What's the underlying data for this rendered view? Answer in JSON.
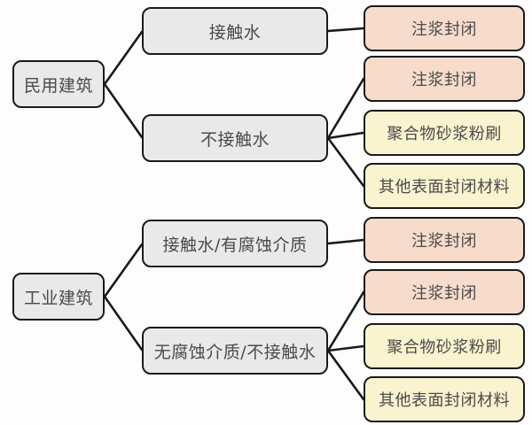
{
  "diagram": {
    "type": "tree-flowchart",
    "orientation": "left-to-right",
    "colors": {
      "background": "#fdfdfd",
      "category_fill": "#e9e9e9",
      "grout_fill": "#f8dccb",
      "surface_fill": "#faf3d0",
      "border": "#1a1a1a",
      "text": "#4a4a4a",
      "connector": "#1a1a1a"
    },
    "nodes": {
      "civil": {
        "label": "民用建筑",
        "level": 1,
        "fill": "#e9e9e9"
      },
      "industrial": {
        "label": "工业建筑",
        "level": 1,
        "fill": "#e9e9e9"
      },
      "water": {
        "label": "接触水",
        "level": 2,
        "fill": "#e9e9e9"
      },
      "no_water": {
        "label": "不接触水",
        "level": 2,
        "fill": "#e9e9e9"
      },
      "water_corrosive": {
        "label": "接触水/有腐蚀介质",
        "level": 2,
        "fill": "#e9e9e9"
      },
      "no_corrosive_no_water": {
        "label": "无腐蚀介质/不接触水",
        "level": 2,
        "fill": "#e9e9e9"
      },
      "leaf1": {
        "label": "注浆封闭",
        "level": 3,
        "fill": "#f8dccb"
      },
      "leaf2": {
        "label": "注浆封闭",
        "level": 3,
        "fill": "#f8dccb"
      },
      "leaf3": {
        "label": "聚合物砂浆粉刷",
        "level": 3,
        "fill": "#faf3d0"
      },
      "leaf4": {
        "label": "其他表面封闭材料",
        "level": 3,
        "fill": "#faf3d0"
      },
      "leaf5": {
        "label": "注浆封闭",
        "level": 3,
        "fill": "#f8dccb"
      },
      "leaf6": {
        "label": "注浆封闭",
        "level": 3,
        "fill": "#f8dccb"
      },
      "leaf7": {
        "label": "聚合物砂浆粉刷",
        "level": 3,
        "fill": "#faf3d0"
      },
      "leaf8": {
        "label": "其他表面封闭材料",
        "level": 3,
        "fill": "#faf3d0"
      }
    },
    "edges": [
      {
        "from": "civil",
        "to": "water"
      },
      {
        "from": "civil",
        "to": "no_water"
      },
      {
        "from": "water",
        "to": "leaf1"
      },
      {
        "from": "no_water",
        "to": "leaf2"
      },
      {
        "from": "no_water",
        "to": "leaf3"
      },
      {
        "from": "no_water",
        "to": "leaf4"
      },
      {
        "from": "industrial",
        "to": "water_corrosive"
      },
      {
        "from": "industrial",
        "to": "no_corrosive_no_water"
      },
      {
        "from": "water_corrosive",
        "to": "leaf5"
      },
      {
        "from": "no_corrosive_no_water",
        "to": "leaf6"
      },
      {
        "from": "no_corrosive_no_water",
        "to": "leaf7"
      },
      {
        "from": "no_corrosive_no_water",
        "to": "leaf8"
      }
    ]
  }
}
